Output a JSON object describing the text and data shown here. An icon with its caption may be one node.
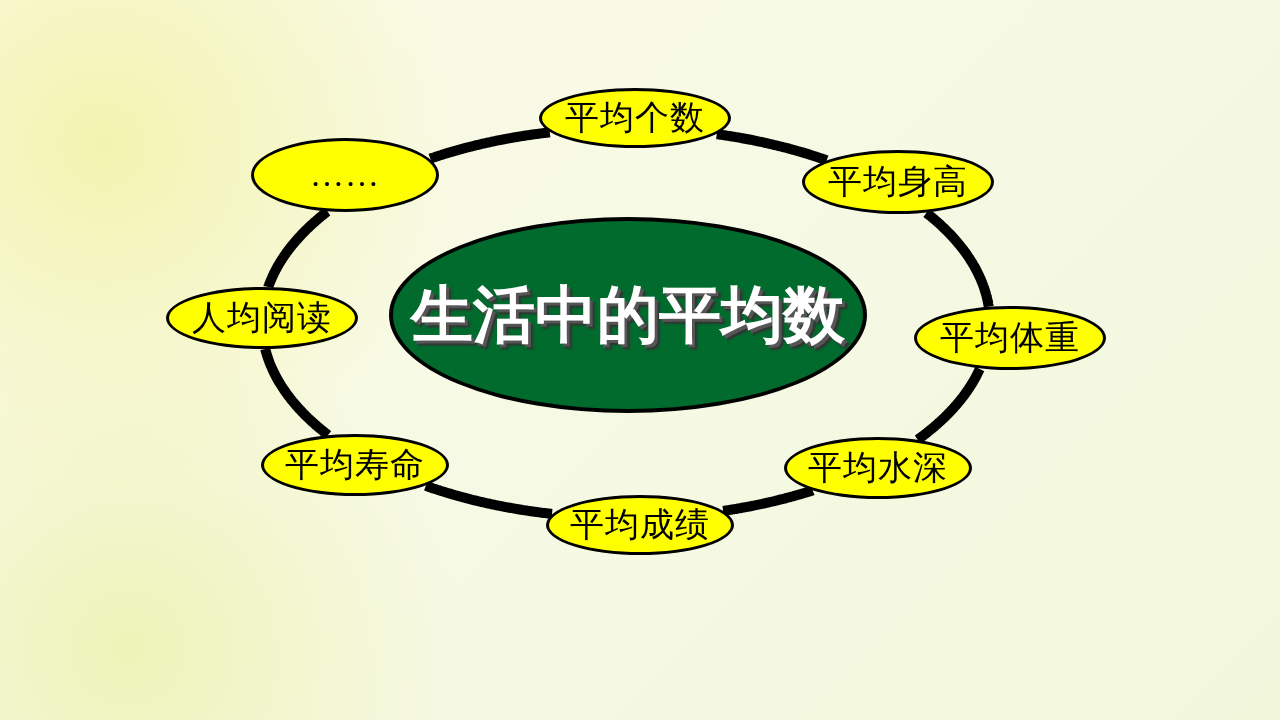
{
  "diagram": {
    "nodes": [
      {
        "text": [
          "生活中的平均数"
        ]
      },
      {
        "text": [
          "平均个数"
        ]
      },
      {
        "text": [
          "平均身高"
        ]
      },
      {
        "text": [
          "平均体重"
        ]
      },
      {
        "text": [
          "平均水深"
        ]
      },
      {
        "text": [
          "平均成绩"
        ]
      },
      {
        "text": [
          "平均寿命"
        ]
      },
      {
        "text": [
          "人均阅读"
        ]
      },
      {
        "text": [
          "……"
        ]
      }
    ],
    "edges": [
      {
        "from": 1,
        "to": 2,
        "arrow": "none"
      },
      {
        "from": 2,
        "to": 3,
        "arrow": "none"
      },
      {
        "from": 3,
        "to": 4,
        "arrow": "none"
      },
      {
        "from": 4,
        "to": 5,
        "arrow": "none"
      },
      {
        "from": 5,
        "to": 6,
        "arrow": "none"
      },
      {
        "from": 6,
        "to": 7,
        "arrow": "none"
      },
      {
        "from": 7,
        "to": 8,
        "arrow": "none"
      },
      {
        "from": 8,
        "to": 1,
        "arrow": "none"
      }
    ]
  }
}
